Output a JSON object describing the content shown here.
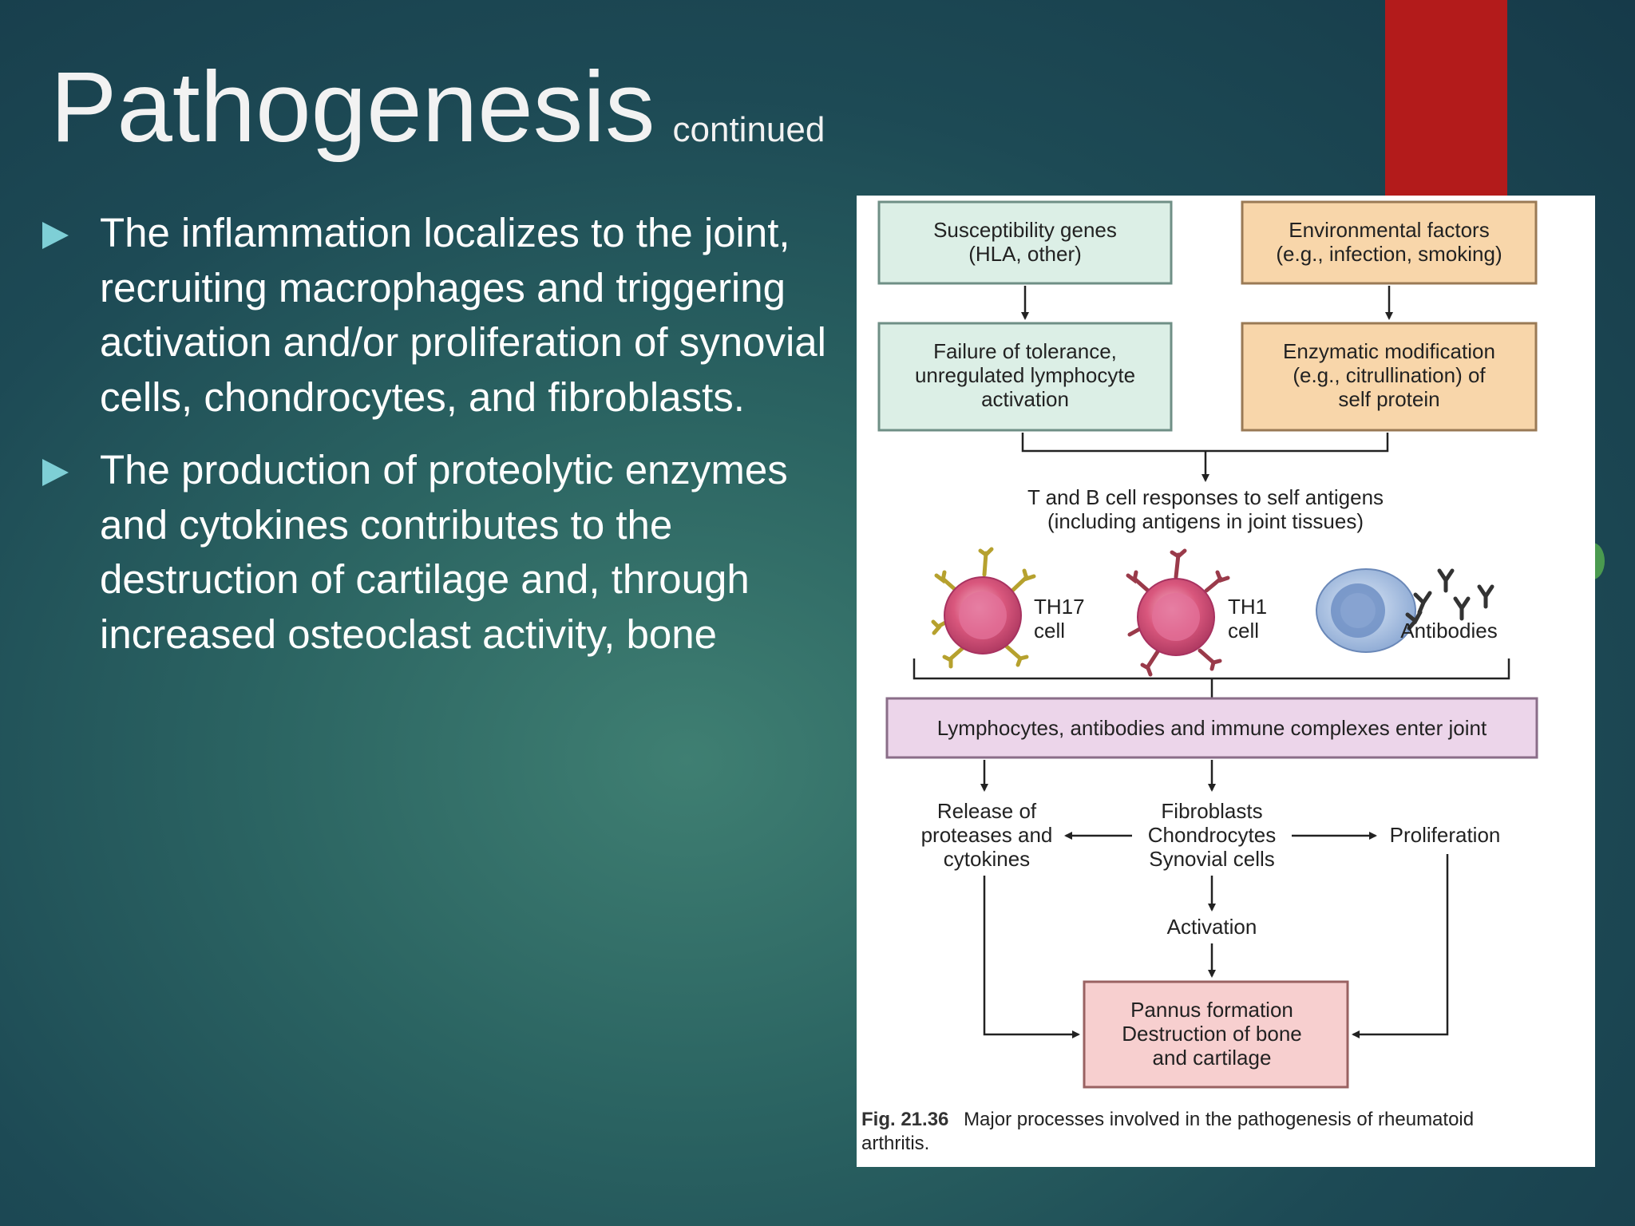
{
  "slide": {
    "title": "Pathogenesis",
    "title_suffix": "continued",
    "bullets": [
      "The inflammation localizes to the joint, recruiting macrophages and triggering activation and/or proliferation of synovial cells, chondrocytes, and fibroblasts.",
      "The production of proteolytic enzymes and cytokines contributes to the destruction of cartilage and, through increased osteoclast activity, bone"
    ],
    "colors": {
      "accent_bar": "#b31b1b",
      "bullet_arrow": "#7ecfd6"
    }
  },
  "figure": {
    "box_susceptibility": [
      "Susceptibility genes",
      "(HLA, other)"
    ],
    "box_environmental": [
      "Environmental factors",
      "(e.g., infection, smoking)"
    ],
    "box_failure": [
      "Failure of tolerance,",
      "unregulated lymphocyte",
      "activation"
    ],
    "box_enzymatic": [
      "Enzymatic modification",
      "(e.g., citrullination) of",
      "self protein"
    ],
    "tb_response": [
      "T and B cell responses to self antigens",
      "(including antigens in joint tissues)"
    ],
    "th17_label": [
      "TH17",
      "cell"
    ],
    "th1_label": [
      "TH1",
      "cell"
    ],
    "antibodies_label": "Antibodies",
    "box_enter_joint": "Lymphocytes, antibodies and immune complexes enter joint",
    "release_label": [
      "Release of",
      "proteases and",
      "cytokines"
    ],
    "cells_label": [
      "Fibroblasts",
      "Chondrocytes",
      "Synovial cells"
    ],
    "proliferation_label": "Proliferation",
    "activation_label": "Activation",
    "box_pannus": [
      "Pannus formation",
      "Destruction of bone",
      "and cartilage"
    ],
    "caption_fig": "Fig. 21.36",
    "caption_text": "Major processes involved in the pathogenesis of rheumatoid",
    "caption_text2": "arthritis.",
    "colors": {
      "green_box": "#dcefe6",
      "orange_box": "#f8d6aa",
      "lilac_box": "#ecd5ea",
      "pink_box": "#f7cfcf",
      "cell_pink": "#d9577d",
      "b_cell_blue": "#8ba8d3"
    }
  }
}
